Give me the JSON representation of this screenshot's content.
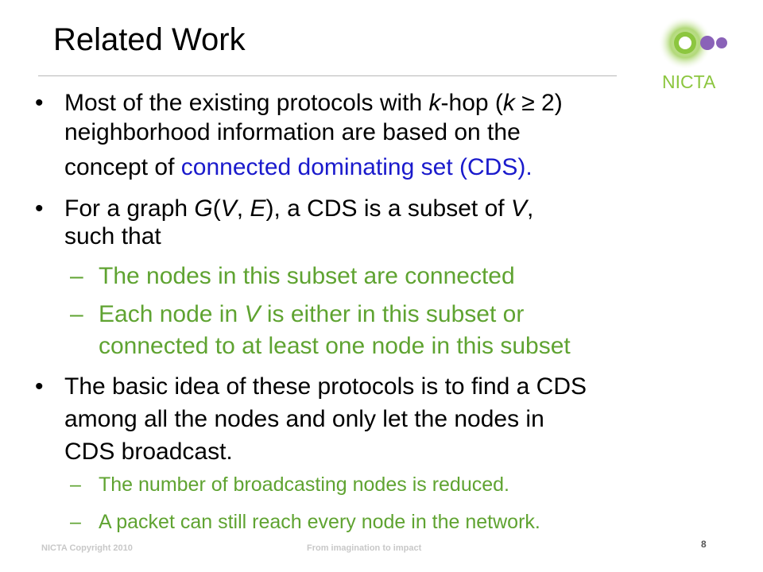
{
  "slide": {
    "title": "Related Work",
    "logo_text": "NICTA",
    "footer_left": "NICTA Copyright 2010",
    "footer_center": "From imagination to impact",
    "page_number": "8"
  },
  "colors": {
    "accent_green": "#5fa331",
    "link_blue": "#1a1acc",
    "logo_purple": "#8a62b8",
    "logo_green": "#8cc63f"
  },
  "bullets": [
    {
      "line1": "Most of the existing protocols with ",
      "k1": "k",
      "line1b": "-hop (",
      "k2": "k",
      "line1c": " ≥ 2)",
      "line2": "neighborhood information are based on the",
      "line3a": "concept of ",
      "line3_highlight": "connected dominating set (CDS).",
      "line3b": ""
    },
    {
      "line1a": "For a graph ",
      "g": "G",
      "paren_open": "(",
      "v": "V",
      "comma": ", ",
      "e": "E",
      "line1b": "), a CDS is a subset of ",
      "v2": "V",
      "line1c": ",",
      "line2": "such that",
      "subs": [
        {
          "text": "The nodes in this subset are connected"
        },
        {
          "text_a": "Each node in ",
          "v": "V",
          "text_b": " is either in this subset or",
          "line2": "connected to at least one node in this subset"
        }
      ]
    },
    {
      "line1": "The basic idea of these protocols is to find a CDS",
      "line2": "among all the nodes and only let the nodes in",
      "line3": "CDS broadcast.",
      "subs": [
        {
          "text": "The number of broadcasting nodes is reduced."
        },
        {
          "text": "A packet can still reach every node in the network."
        }
      ]
    }
  ],
  "bullet_glyph": "•",
  "dash_glyph": "–"
}
